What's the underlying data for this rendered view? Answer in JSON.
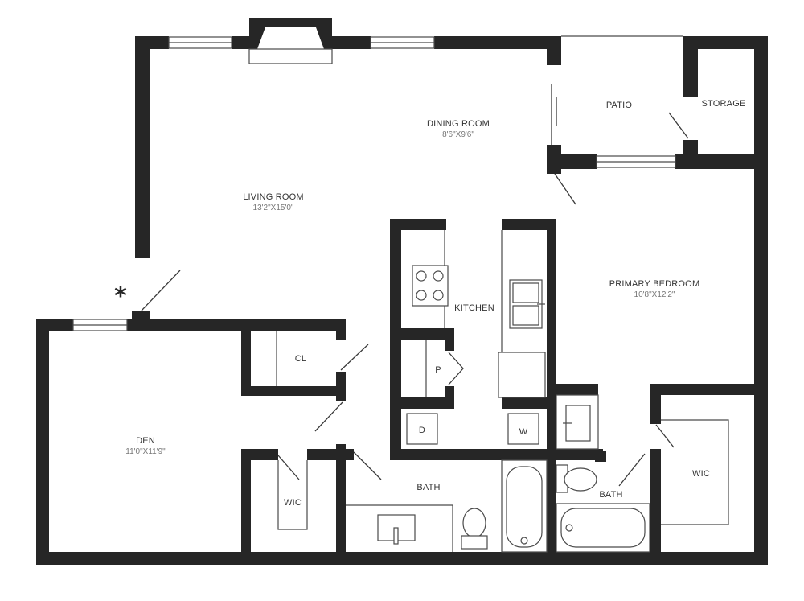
{
  "rooms": {
    "living": {
      "name": "LIVING ROOM",
      "dim": "13'2\"X15'0\""
    },
    "dining": {
      "name": "DINING ROOM",
      "dim": "8'6\"X9'6\""
    },
    "patio": {
      "name": "PATIO"
    },
    "storage": {
      "name": "STORAGE"
    },
    "primary": {
      "name": "PRIMARY BEDROOM",
      "dim": "10'8\"X12'2\""
    },
    "kitchen": {
      "name": "KITCHEN"
    },
    "den": {
      "name": "DEN",
      "dim": "11'0\"X11'9\""
    },
    "closet": {
      "name": "CL"
    },
    "pantry": {
      "name": "P"
    },
    "dryer": {
      "name": "D"
    },
    "washer": {
      "name": "W"
    },
    "wic_den": {
      "name": "WIC"
    },
    "bath_main": {
      "name": "BATH"
    },
    "bath_primary": {
      "name": "BATH"
    },
    "wic_primary": {
      "name": "WIC"
    }
  },
  "entry_marker": "*",
  "colors": {
    "wall": "#262626",
    "line": "#4a4a4a",
    "text": "#333333",
    "dim_text": "#777777",
    "background": "#ffffff"
  }
}
